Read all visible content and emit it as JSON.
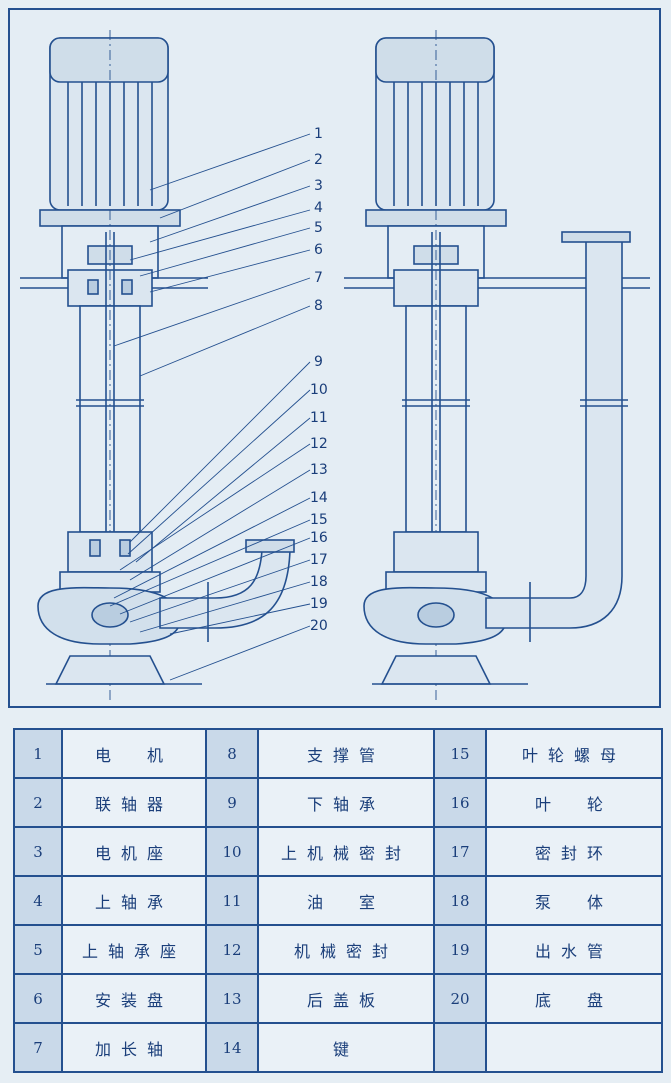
{
  "callouts": [
    "1",
    "2",
    "3",
    "4",
    "5",
    "6",
    "7",
    "8",
    "9",
    "10",
    "11",
    "12",
    "13",
    "14",
    "15",
    "16",
    "17",
    "18",
    "19",
    "20"
  ],
  "parts": [
    [
      {
        "num": "1",
        "name": "电　机"
      },
      {
        "num": "8",
        "name": "支撑管"
      },
      {
        "num": "15",
        "name": "叶轮螺母"
      }
    ],
    [
      {
        "num": "2",
        "name": "联轴器"
      },
      {
        "num": "9",
        "name": "下轴承"
      },
      {
        "num": "16",
        "name": "叶　轮"
      }
    ],
    [
      {
        "num": "3",
        "name": "电机座"
      },
      {
        "num": "10",
        "name": "上机械密封"
      },
      {
        "num": "17",
        "name": "密封环"
      }
    ],
    [
      {
        "num": "4",
        "name": "上轴承"
      },
      {
        "num": "11",
        "name": "油　室"
      },
      {
        "num": "18",
        "name": "泵　体"
      }
    ],
    [
      {
        "num": "5",
        "name": "上轴承座"
      },
      {
        "num": "12",
        "name": "机械密封"
      },
      {
        "num": "19",
        "name": "出水管"
      }
    ],
    [
      {
        "num": "6",
        "name": "安装盘"
      },
      {
        "num": "13",
        "name": "后盖板"
      },
      {
        "num": "20",
        "name": "底　盘"
      }
    ],
    [
      {
        "num": "7",
        "name": "加长轴"
      },
      {
        "num": "14",
        "name": "键"
      },
      {
        "num": "",
        "name": ""
      }
    ]
  ],
  "colors": {
    "line": "#24508f",
    "fill": "#dbe6f0",
    "text": "#1a3e7a"
  }
}
